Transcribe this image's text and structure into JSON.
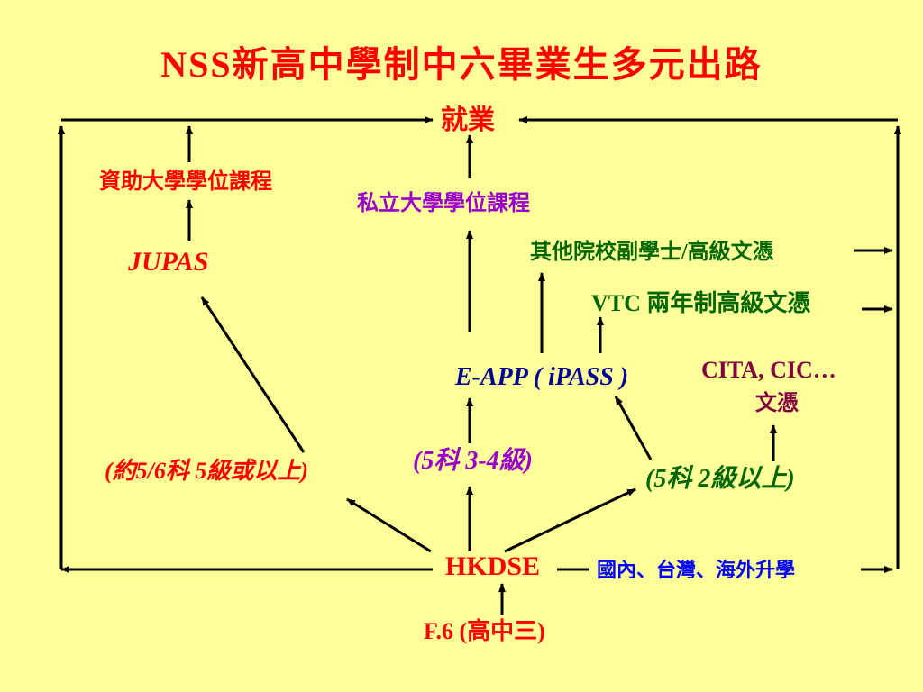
{
  "colors": {
    "background": "#FFFF99",
    "red": "#FF0000",
    "purple": "#9900CC",
    "green": "#006600",
    "navy": "#000099",
    "blue": "#0000FF",
    "maroon": "#800040",
    "arrow": "#000000"
  },
  "title": "NSS新高中學制中六畢業生多元出路",
  "nodes": {
    "employment": "就業",
    "funded_degree": "資助大學學位課程",
    "private_degree": "私立大學學位課程",
    "other_associate": "其他院校副學士/高級文憑",
    "jupas": "JUPAS",
    "vtc": "VTC 兩年制高級文憑",
    "eapp": "E-APP ( iPASS )",
    "cita_line1": "CITA, CIC…",
    "cita_line2": "文憑",
    "req_jupas": "(約5/6科 5級或以上)",
    "req_eapp": "(5科 3-4級)",
    "req_level2": "(5科 2級以上)",
    "hkdse": "HKDSE",
    "overseas": "國內、台灣、海外升學",
    "f6": "F.6 (高中三)"
  }
}
